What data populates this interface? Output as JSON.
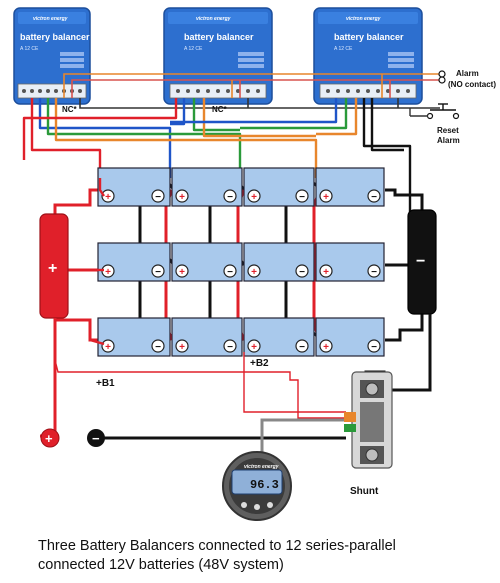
{
  "balancer": {
    "brand": "victron energy",
    "title": "battery balancer",
    "rating": "A 12 CE"
  },
  "labels": {
    "alarm": "Alarm",
    "no_contact": "(NO contact)",
    "reset": "Reset",
    "reset_alarm": "Alarm",
    "nc1": "NC*",
    "nc2": "NC*",
    "b1": "+B1",
    "b2": "+B2",
    "shunt": "Shunt",
    "plus_sign": "+",
    "minus_sign": "−",
    "monitor_brand": "victron energy",
    "monitor_value": "96.3"
  },
  "caption": {
    "line1": "Three Battery Balancers connected to 12 series-parallel",
    "line2": "connected 12V batteries (48V system)"
  },
  "colors": {
    "positive": "#e0202a",
    "negative": "#111111",
    "balancer_blue": "#2d6fcf",
    "wire_blue": "#1f55c8",
    "wire_green": "#2a9a3a",
    "wire_orange": "#e8862c",
    "battery_fill": "#a9c9ec"
  }
}
